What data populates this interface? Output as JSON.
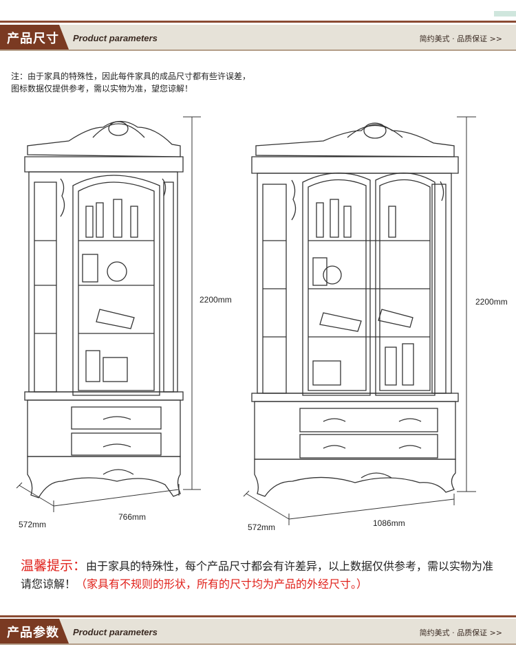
{
  "header": {
    "title_cn": "产品尺寸",
    "title_en": "Product parameters",
    "tagline": "简约美式 · 品质保证 >>"
  },
  "notice": {
    "line1": "注：由于家具的特殊性，因此每件家具的成品尺寸都有些许误差，",
    "line2": "图标数据仅提供参考，需以实物为准，望您谅解！"
  },
  "cabinet_single": {
    "height": "2200mm",
    "depth": "572mm",
    "width": "766mm"
  },
  "cabinet_double": {
    "height": "2200mm",
    "depth": "572mm",
    "width": "1086mm"
  },
  "tips": {
    "lead": "温馨提示：",
    "text1": "由于家具的特殊性，每个产品尺寸都会有许差异，以上数据仅供参考，需以实物为准请您谅解！",
    "text_red": "（家具有不规则的形状，所有的尺寸均为产品的外经尺寸。）"
  },
  "footer_banner": {
    "title_cn": "产品参数",
    "title_en": "Product parameters",
    "tagline": "简约美式 · 品质保证 >>"
  },
  "colors": {
    "accent": "#7a3a22",
    "banner_bg": "#e6e2d8",
    "warning_red": "#e0201a"
  }
}
